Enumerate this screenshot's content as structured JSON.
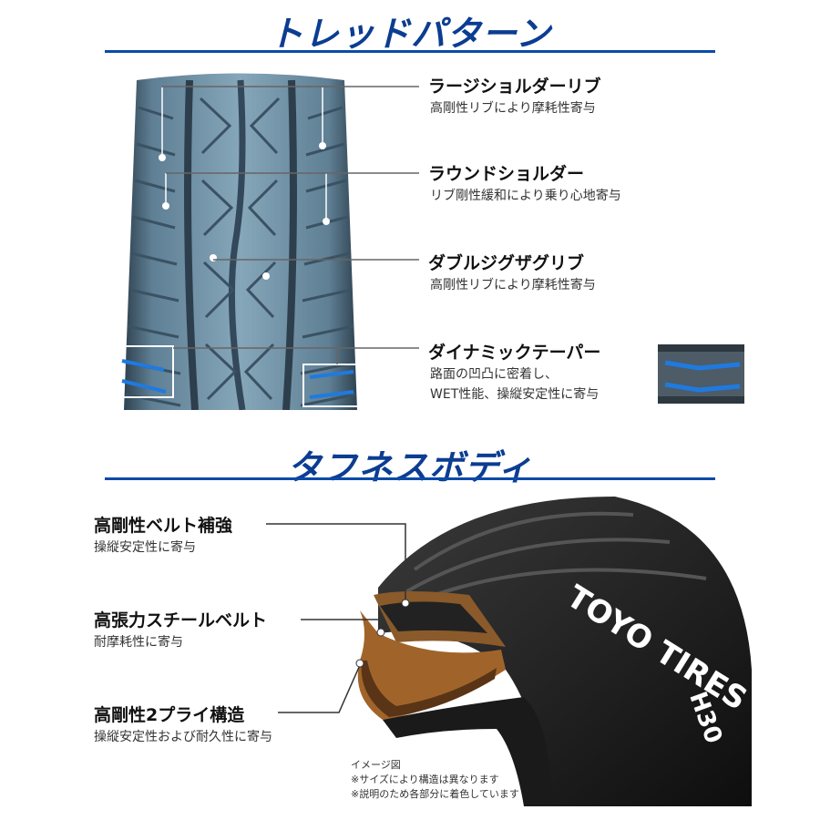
{
  "section1": {
    "title": "トレッドパターン",
    "features": [
      {
        "heading": "ラージショルダーリブ",
        "desc": [
          "高剛性リブにより摩耗性寄与"
        ]
      },
      {
        "heading": "ラウンドショルダー",
        "desc": [
          "リブ剛性緩和により乗り心地寄与"
        ]
      },
      {
        "heading": "ダブルジグザグリブ",
        "desc": [
          "高剛性リブにより摩耗性寄与"
        ]
      },
      {
        "heading": "ダイナミックテーパー",
        "desc": [
          "路面の凹凸に密着し、",
          "WET性能、操縦安定性に寄与"
        ]
      }
    ]
  },
  "section2": {
    "title": "タフネスボディ",
    "features": [
      {
        "heading": "高剛性ベルト補強",
        "desc": "操縦安定性に寄与"
      },
      {
        "heading": "高張力スチールベルト",
        "desc": "耐摩耗性に寄与"
      },
      {
        "heading": "高剛性2プライ構造",
        "desc": "操縦安定性および耐久性に寄与"
      }
    ],
    "tire_brand": "TOYO TIRES",
    "tire_model": "H30",
    "notes": [
      "イメージ図",
      "※サイズにより構造は異なります",
      "※説明のため各部分に着色しています"
    ]
  },
  "colors": {
    "title": "#0b3d91",
    "rule": "#0b4aa8",
    "tread": "#6f8fa5",
    "highlight_blue": "#1f7ae0",
    "belt_brown": "#8a5a2b"
  }
}
